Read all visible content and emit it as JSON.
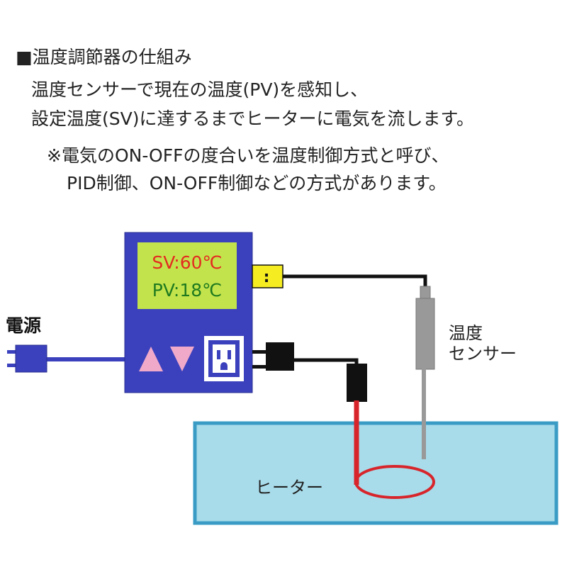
{
  "heading": "■温度調節器の仕組み",
  "text_line1": "温度センサーで現在の温度(PV)を感知し、",
  "text_line2": "設定温度(SV)に達するまでヒーターに電気を流します。",
  "note_line1": "※電気のON-OFFの度合いを温度制御方式と呼び、",
  "note_line2": "PID制御、ON-OFF制御などの方式があります。",
  "display": {
    "sv": "SV:60℃",
    "pv": "PV:18℃"
  },
  "connector_mark": ":",
  "labels": {
    "power": "電源",
    "sensor_1": "温度",
    "sensor_2": "センサー",
    "heater": "ヒーター"
  },
  "colors": {
    "controller": "#3b41bd",
    "display_bg": "#c3e34c",
    "sv_text": "#e32b20",
    "pv_text": "#1f7a1f",
    "arrow": "#f1a9c9",
    "water": "#a8dcea",
    "water_border": "#3a9cc5",
    "heater": "#d7252b",
    "connector": "#f5ec22"
  }
}
